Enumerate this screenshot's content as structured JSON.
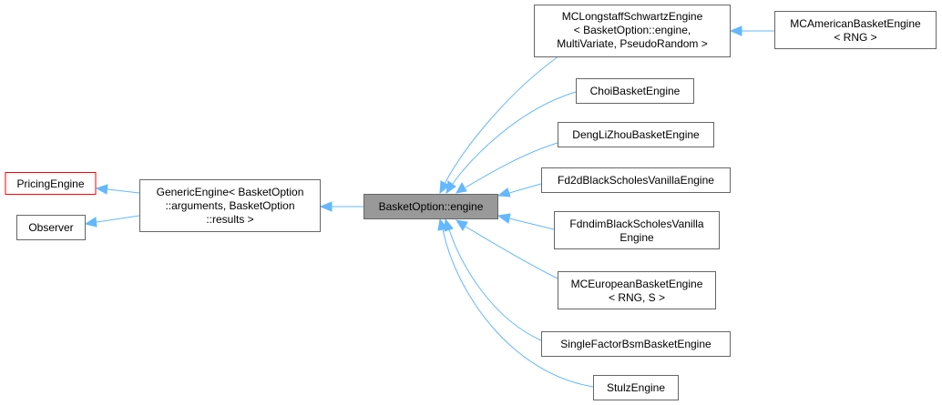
{
  "diagram": {
    "nodes": [
      {
        "id": "pricing-engine",
        "lines": [
          "PricingEngine"
        ],
        "style": "red"
      },
      {
        "id": "observer",
        "lines": [
          "Observer"
        ],
        "style": "normal"
      },
      {
        "id": "generic-engine",
        "lines": [
          "GenericEngine< BasketOption",
          "::arguments, BasketOption",
          "::results >"
        ],
        "style": "normal"
      },
      {
        "id": "basket-option-engine",
        "lines": [
          "BasketOption::engine"
        ],
        "style": "focus"
      },
      {
        "id": "mc-longstaff-schwartz-engine",
        "lines": [
          "MCLongstaffSchwartzEngine",
          "< BasketOption::engine,",
          "MultiVariate, PseudoRandom >"
        ],
        "style": "normal"
      },
      {
        "id": "mc-american-basket-engine",
        "lines": [
          "MCAmericanBasketEngine",
          "< RNG >"
        ],
        "style": "normal"
      },
      {
        "id": "choi-basket-engine",
        "lines": [
          "ChoiBasketEngine"
        ],
        "style": "normal"
      },
      {
        "id": "deng-li-zhou-basket-engine",
        "lines": [
          "DengLiZhouBasketEngine"
        ],
        "style": "normal"
      },
      {
        "id": "fd2d-black-scholes-vanilla-engine",
        "lines": [
          "Fd2dBlackScholesVanillaEngine"
        ],
        "style": "normal"
      },
      {
        "id": "fdndim-black-scholes-vanilla-engine",
        "lines": [
          "FdndimBlackScholesVanilla",
          "Engine"
        ],
        "style": "normal"
      },
      {
        "id": "mc-european-basket-engine",
        "lines": [
          "MCEuropeanBasketEngine",
          "< RNG, S >"
        ],
        "style": "normal"
      },
      {
        "id": "single-factor-bsm-basket-engine",
        "lines": [
          "SingleFactorBsmBasketEngine"
        ],
        "style": "normal"
      },
      {
        "id": "stulz-engine",
        "lines": [
          "StulzEngine"
        ],
        "style": "normal"
      }
    ]
  }
}
